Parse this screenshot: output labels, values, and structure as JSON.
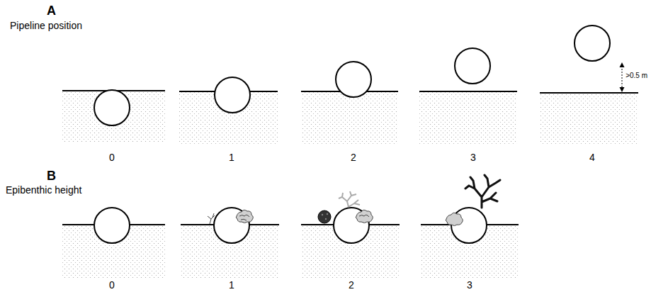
{
  "diagram": {
    "labels": [
      "A",
      "Pipeline position",
      "0",
      "1",
      "2",
      "3",
      "4",
      ">0.5 m",
      "B",
      "Epibenthic height",
      "0",
      "1",
      "2",
      "3"
    ]
  }
}
